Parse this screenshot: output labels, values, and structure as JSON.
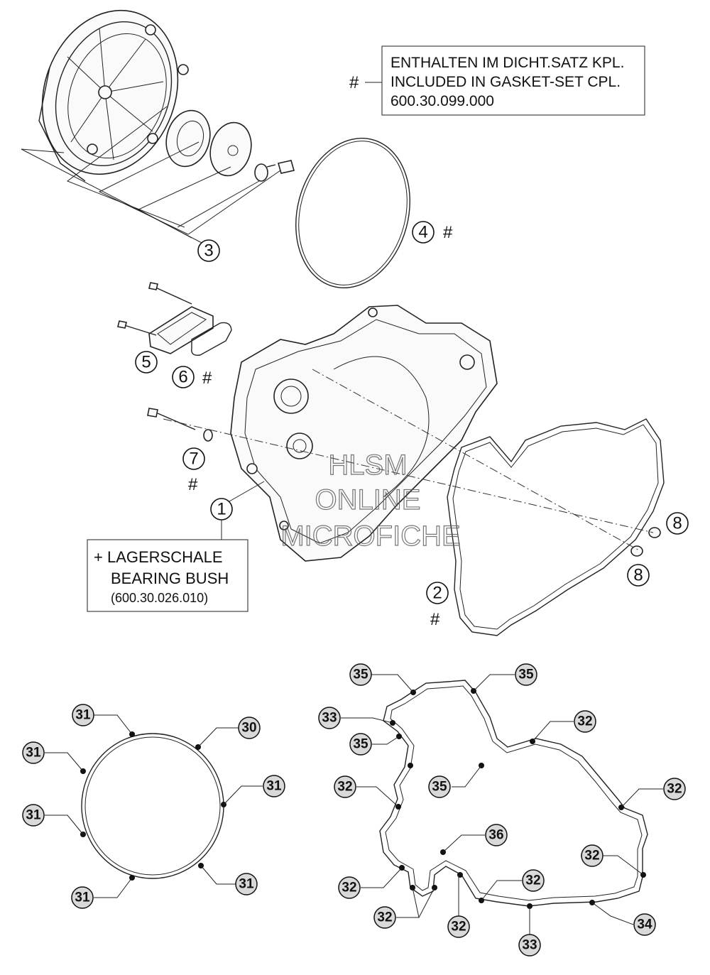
{
  "gasket_set_note": {
    "marker": "#",
    "lines": [
      "ENTHALTEN IM DICHT.SATZ KPL.",
      "INCLUDED IN GASKET-SET CPL.",
      "600.30.099.000"
    ]
  },
  "bearing_note": {
    "lines": [
      "+ LAGERSCHALE",
      "BEARING BUSH",
      "(600.30.026.010)"
    ]
  },
  "watermark": [
    "HLSM",
    "ONLINE",
    "MICROFICHE"
  ],
  "gasket_marker": "#",
  "callouts_main": {
    "c1": "1",
    "c2": "2",
    "c3": "3",
    "c4": "4",
    "c5": "5",
    "c6": "6",
    "c7": "7",
    "c8a": "8",
    "c8b": "8"
  },
  "callouts_small": {
    "s31a": "31",
    "s30": "30",
    "s31b": "31",
    "s31c": "31",
    "s31d": "31",
    "s31e": "31",
    "s31f": "31",
    "s35a": "35",
    "s35b": "35",
    "s33a": "33",
    "s35c": "35",
    "s32a": "32",
    "s35d": "35",
    "s32b": "32",
    "s32c": "32",
    "s36": "36",
    "s32d": "32",
    "s32e": "32",
    "s32f": "32",
    "s32g": "32",
    "s32h": "32",
    "s33b": "33",
    "s34": "34"
  }
}
